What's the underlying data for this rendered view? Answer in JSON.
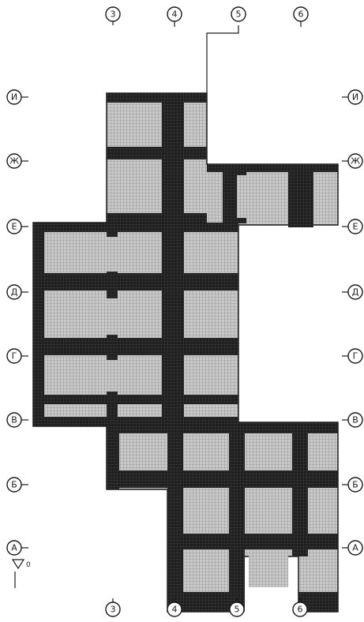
{
  "columns": [
    {
      "id": "c3",
      "label": "3"
    },
    {
      "id": "c4",
      "label": "4"
    },
    {
      "id": "c5",
      "label": "5"
    },
    {
      "id": "c6",
      "label": "6"
    }
  ],
  "rows": [
    {
      "id": "rI",
      "label": "И"
    },
    {
      "id": "rZh",
      "label": "Ж"
    },
    {
      "id": "rE",
      "label": "Е"
    },
    {
      "id": "rD",
      "label": "Д"
    },
    {
      "id": "rG",
      "label": "Г"
    },
    {
      "id": "rV",
      "label": "В"
    },
    {
      "id": "rB",
      "label": "Б"
    },
    {
      "id": "rA",
      "label": "А"
    }
  ],
  "level_mark": {
    "value": "0"
  },
  "colors": {
    "grid_line": "#1a1a1a",
    "panel_fill": "#c8c8c8",
    "dark_fill": "#222222",
    "mesh": "#ffffff"
  }
}
